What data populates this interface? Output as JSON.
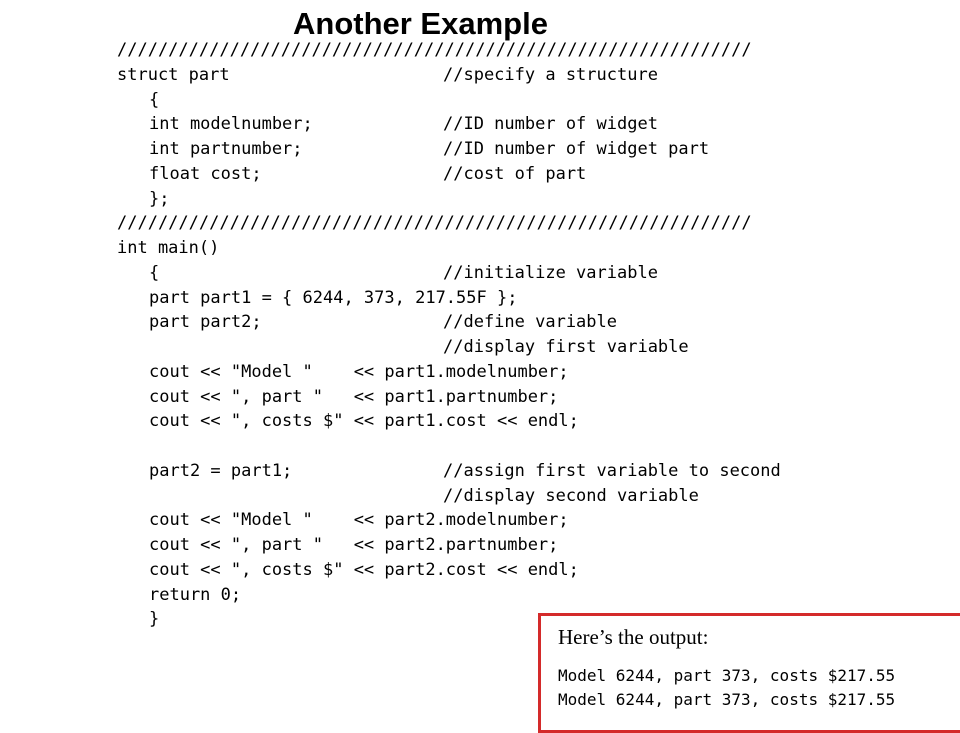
{
  "title": "Another Example",
  "code_lines": [
    {
      "code": "//////////////////////////////////////////////////////////////",
      "comment": "",
      "indent": false
    },
    {
      "code": "struct part",
      "comment": "//specify a structure",
      "indent": false
    },
    {
      "code": "{",
      "comment": "",
      "indent": true
    },
    {
      "code": "int modelnumber;",
      "comment": "//ID number of widget",
      "indent": true
    },
    {
      "code": "int partnumber;",
      "comment": "//ID number of widget part",
      "indent": true
    },
    {
      "code": "float cost;",
      "comment": "//cost of part",
      "indent": true
    },
    {
      "code": "};",
      "comment": "",
      "indent": true
    },
    {
      "code": "//////////////////////////////////////////////////////////////",
      "comment": "",
      "indent": false
    },
    {
      "code": "int main()",
      "comment": "",
      "indent": false
    },
    {
      "code": "{",
      "comment": "//initialize variable",
      "indent": true
    },
    {
      "code": "part part1 = { 6244, 373, 217.55F };",
      "comment": "",
      "indent": true
    },
    {
      "code": "part part2;",
      "comment": "//define variable",
      "indent": true
    },
    {
      "code": "",
      "comment": "//display first variable",
      "indent": true
    },
    {
      "code": "cout << \"Model \"    << part1.modelnumber;",
      "comment": "",
      "indent": true
    },
    {
      "code": "cout << \", part \"   << part1.partnumber;",
      "comment": "",
      "indent": true
    },
    {
      "code": "cout << \", costs $\" << part1.cost << endl;",
      "comment": "",
      "indent": true
    },
    {
      "code": "",
      "comment": "",
      "indent": true
    },
    {
      "code": "part2 = part1;",
      "comment": "//assign first variable to second",
      "indent": true
    },
    {
      "code": "",
      "comment": "//display second variable",
      "indent": true
    },
    {
      "code": "cout << \"Model \"    << part2.modelnumber;",
      "comment": "",
      "indent": true
    },
    {
      "code": "cout << \", part \"   << part2.partnumber;",
      "comment": "",
      "indent": true
    },
    {
      "code": "cout << \", costs $\" << part2.cost << endl;",
      "comment": "",
      "indent": true
    },
    {
      "code": "return 0;",
      "comment": "",
      "indent": true
    },
    {
      "code": "}",
      "comment": "",
      "indent": true
    }
  ],
  "output": {
    "heading": "Here’s the output:",
    "lines": [
      "Model 6244, part 373, costs $217.55",
      "Model 6244, part 373, costs $217.55"
    ]
  },
  "colors": {
    "output_border": "#d42a2a"
  }
}
